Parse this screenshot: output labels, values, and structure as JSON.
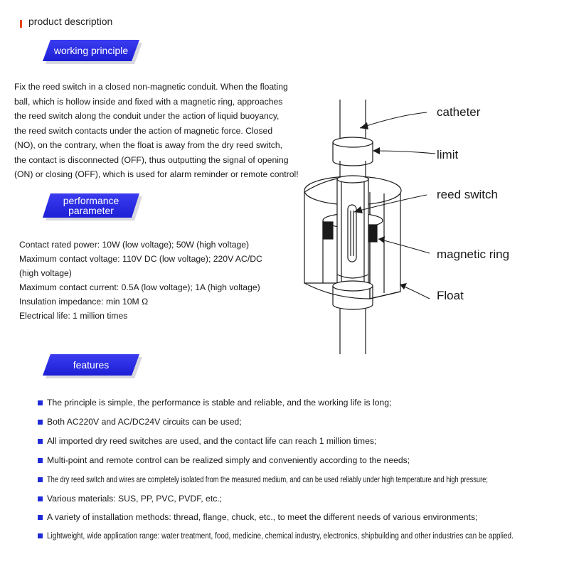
{
  "header": {
    "title": "product description"
  },
  "sections": {
    "working_principle": {
      "title": "working principle",
      "paragraph": [
        "Fix the reed switch in a closed non-magnetic conduit. When the floating",
        "ball, which is hollow inside and fixed with a magnetic ring, approaches",
        "the reed switch along the conduit under the action of liquid buoyancy,",
        "the reed switch contacts under the action of magnetic force. Closed",
        "(NO), on the contrary, when the float is away from the dry reed switch,",
        "the contact is disconnected (OFF), thus outputting the signal of opening",
        "(ON) or closing (OFF), which is used for alarm reminder or remote control!"
      ]
    },
    "performance": {
      "title_line1": "performance",
      "title_line2": "parameter",
      "lines": [
        "Contact rated power: 10W (low voltage); 50W (high voltage)",
        "Maximum contact voltage: 110V DC (low voltage); 220V AC/DC",
        "(high voltage)",
        "Maximum contact current: 0.5A (low voltage); 1A (high voltage)",
        "Insulation impedance: min 10M Ω",
        "Electrical life: 1 million times"
      ]
    },
    "features": {
      "title": "features",
      "items": [
        "The principle is simple, the performance is stable and reliable, and the working life is long;",
        "Both AC220V and AC/DC24V circuits can be used;",
        "All imported dry reed switches are used, and the contact life can reach 1 million times;",
        "Multi-point and remote control can be realized simply and conveniently according to the needs;",
        "The dry reed switch and wires are completely isolated from the measured medium, and can be used reliably under high temperature and high pressure;",
        "Various materials: SUS, PP, PVC, PVDF, etc.;",
        "A variety of installation methods: thread, flange, chuck, etc., to meet the different needs of various environments;",
        "Lightweight, wide application range: water treatment, food, medicine, chemical industry, electronics, shipbuilding and other industries can be applied."
      ]
    }
  },
  "diagram": {
    "labels": {
      "catheter": "catheter",
      "limit": "limit",
      "reed_switch": "reed switch",
      "magnetic_ring": "magnetic ring",
      "float": "Float"
    }
  },
  "colors": {
    "banner": "#2426e0",
    "bullet": "#1f2bd8",
    "header_accent": "#e8471c"
  }
}
